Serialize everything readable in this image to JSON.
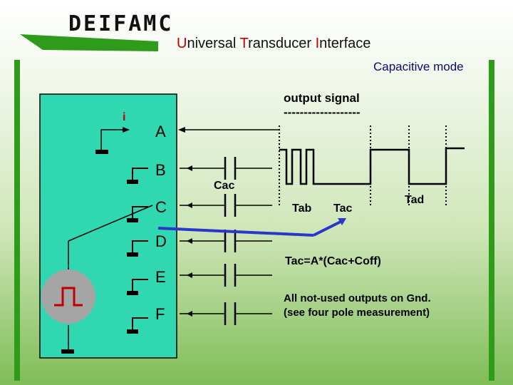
{
  "logo": {
    "text": "DEIFAMC"
  },
  "title": {
    "w1_first": "U",
    "w1_rest": "niversal ",
    "w2_first": "T",
    "w2_rest": "ransducer ",
    "w3_first": "I",
    "w3_rest": "nterface"
  },
  "mode": "Capacitive mode",
  "diagram": {
    "current_label": "i",
    "outputs": [
      "A",
      "B",
      "C",
      "D",
      "E",
      "F"
    ],
    "cap_label": "Cac",
    "signal_title": "output signal",
    "signal_dashes": "-------------------",
    "t_labels": {
      "tab": "Tab",
      "tac": "Tac",
      "tad": "Tad"
    },
    "formula": "Tac=A*(Cac+Coff)",
    "note1": "All not-used outputs on Gnd.",
    "note2": "(see four pole measurement)"
  },
  "colors": {
    "green_bar": "#2e9c1a",
    "panel": "#2fd8b0",
    "blue": "#2a37c9",
    "red": "#c00000"
  }
}
